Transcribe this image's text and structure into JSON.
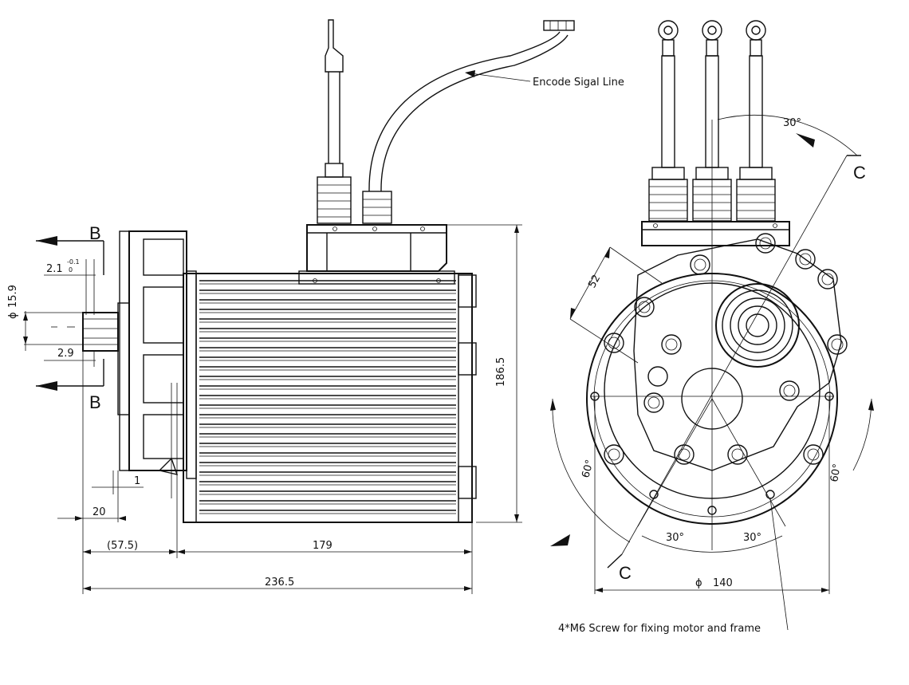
{
  "labels": {
    "encoder_callout": "Encode Sigal Line",
    "screw_callout": "4*M6 Screw for fixing motor and frame",
    "section_b_top": "B",
    "section_b_bottom": "B",
    "section_c_top": "C",
    "section_c_bottom": "C"
  },
  "dimensions": {
    "shaft_diameter_symbol": "ϕ",
    "shaft_diameter": "15.9",
    "key_depth": "2.1",
    "key_tol_upper": "-0.1",
    "key_tol_lower": "0",
    "key_offset": "2.9",
    "flange_step": "1",
    "shaft_length": "20",
    "front_length": "(57.5)",
    "body_length": "179",
    "total_length": "236.5",
    "height": "186.5",
    "angle_top": "30°",
    "bolt_spacing": "52",
    "angle_left": "60°",
    "angle_right": "60°",
    "angle_bottom_left": "30°",
    "angle_bottom_right": "30°",
    "pcd_symbol": "ϕ",
    "pcd": "140"
  }
}
